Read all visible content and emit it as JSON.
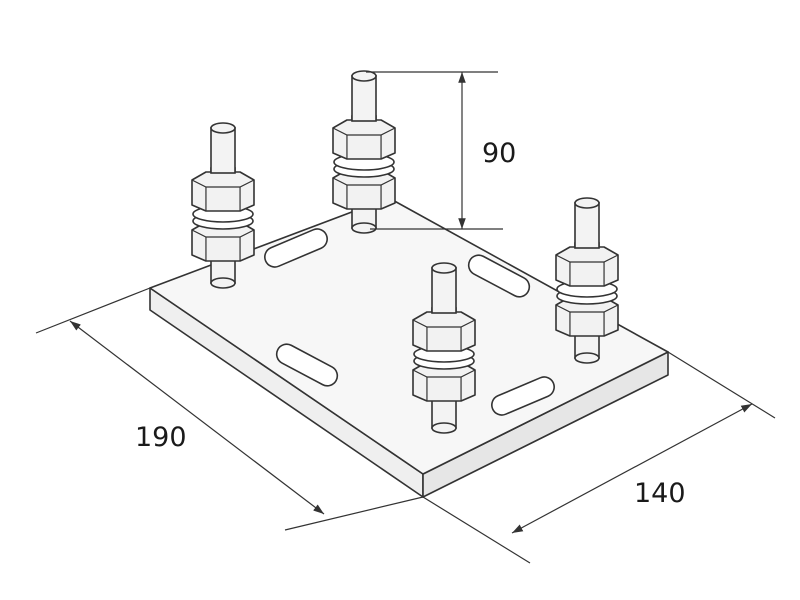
{
  "dimensions": {
    "length": "190",
    "width": "140",
    "height": "90"
  }
}
